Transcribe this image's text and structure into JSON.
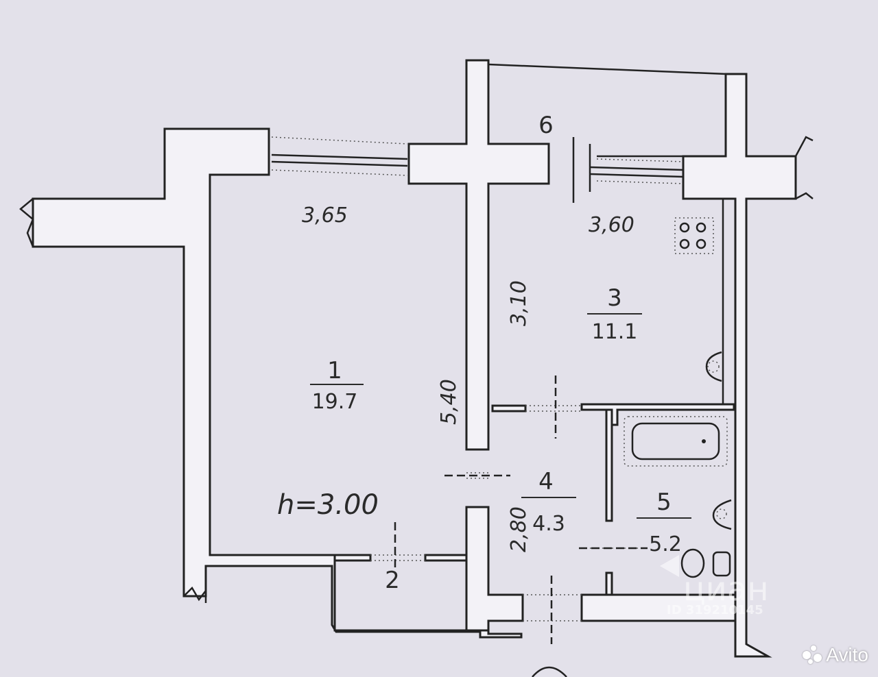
{
  "rooms": [
    {
      "number": "1",
      "area": "19.7"
    },
    {
      "number": "2",
      "area": ""
    },
    {
      "number": "3",
      "area": "11.1"
    },
    {
      "number": "4",
      "area": "4.3"
    },
    {
      "number": "5",
      "area": "5.2"
    },
    {
      "number": "6",
      "area": ""
    }
  ],
  "dimensions": {
    "room1_width": "3,65",
    "room1_length": "5,40",
    "room3_width": "3,60",
    "room3_length": "3,10",
    "room4_length": "2,80"
  },
  "ceiling_height": "h=3.00",
  "watermark": {
    "brand": "циан",
    "id": "ID 319210145"
  },
  "avito_logo": "Avito"
}
